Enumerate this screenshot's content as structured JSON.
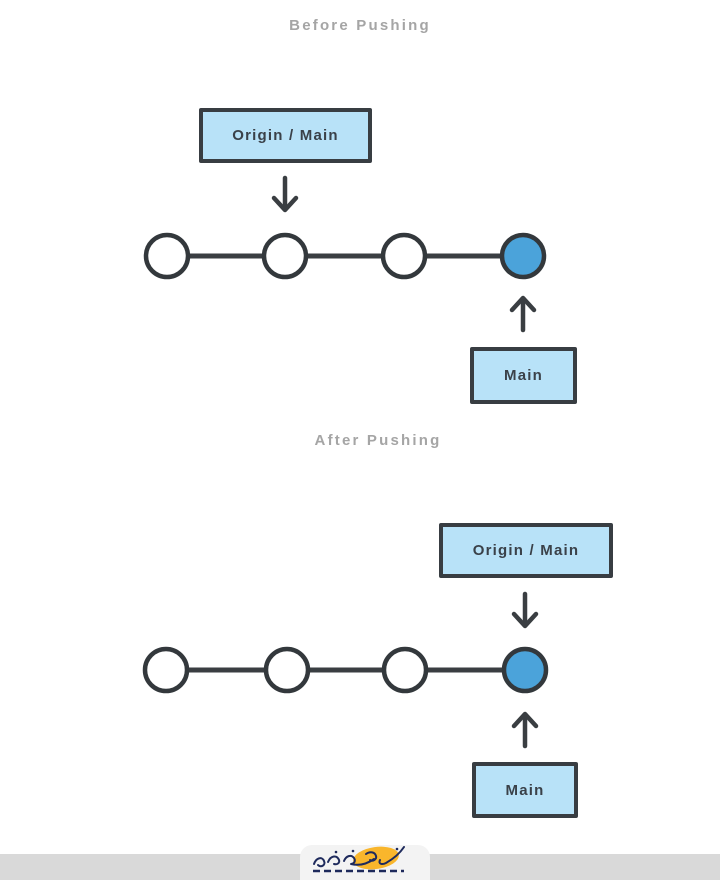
{
  "colors": {
    "background": "#ffffff",
    "title_text": "#a5a5a5",
    "box_fill": "#b8e2f8",
    "box_border": "#383d42",
    "box_text": "#3a4149",
    "node_stroke": "#33383c",
    "node_fill": "#ffffff",
    "node_filled_fill": "#4ba3da",
    "connector_line": "#3a3e42",
    "arrow": "#3a3e42",
    "footer_strip": "#d9d9d9",
    "watermark_tab": "#f3f3f3",
    "watermark_ink": "#1e2a5c",
    "watermark_blob": "#f9b62c"
  },
  "diagrams": [
    {
      "title": "Before Pushing",
      "origin_label": "Origin / Main",
      "branch_label": "Main",
      "commit_count": 4,
      "filled_commit_index": 4
    },
    {
      "title": "After Pushing",
      "origin_label": "Origin / Main",
      "branch_label": "Main",
      "commit_count": 4,
      "filled_commit_index": 4
    }
  ],
  "footer": {
    "watermark": "calligraphy-logo"
  }
}
